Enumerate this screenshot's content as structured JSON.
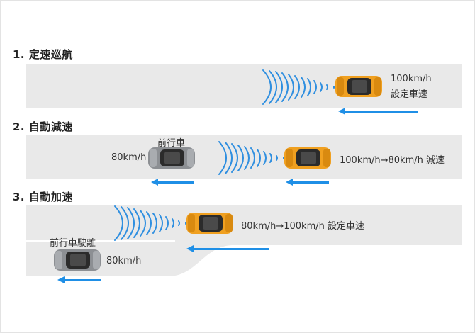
{
  "sections": [
    {
      "heading": "1. 定速巡航",
      "car_label": "100km/h",
      "car_label_2": "設定車速"
    },
    {
      "heading": "2. 自動減速",
      "lead_label": "前行車",
      "lead_speed": "80km/h",
      "car_label": "100km/h→80km/h  減速"
    },
    {
      "heading": "3. 自動加速",
      "lead_label": "前行車駛離",
      "lead_speed": "80km/h",
      "car_label": "80km/h→100km/h  設定車速"
    }
  ],
  "colors": {
    "lane": "#e9e9e9",
    "own_car": "#f0a020",
    "lead_car": "#8c8f93",
    "radar": "#2f8fe0",
    "arrow": "#1f8fe6"
  },
  "icons": [
    "car-icon",
    "radar-wave-icon",
    "direction-arrow-icon"
  ]
}
